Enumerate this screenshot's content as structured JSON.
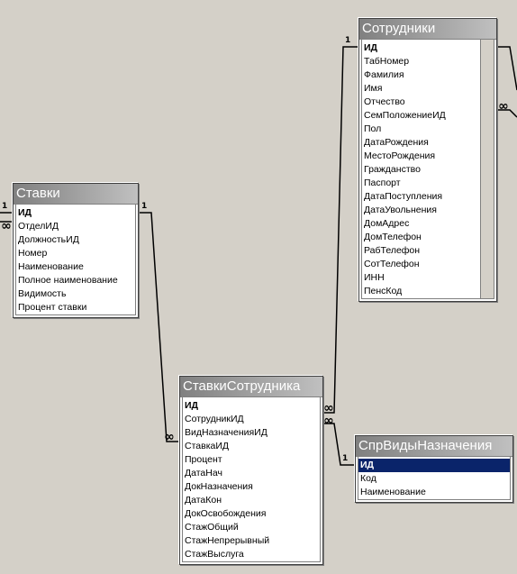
{
  "tables": {
    "stavki": {
      "title": "Ставки",
      "fields": [
        "ИД",
        "ОтделИД",
        "ДолжностьИД",
        "Номер",
        "Наименование",
        "Полное наименование",
        "Видимость",
        "Процент ставки"
      ]
    },
    "sotrudniki": {
      "title": "Сотрудники",
      "fields": [
        "ИД",
        "ТабНомер",
        "Фамилия",
        "Имя",
        "Отчество",
        "СемПоложениеИД",
        "Пол",
        "ДатаРождения",
        "МестоРождения",
        "Гражданство",
        "Паспорт",
        "ДатаПоступления",
        "ДатаУвольнения",
        "ДомАдрес",
        "ДомТелефон",
        "РабТелефон",
        "СотТелефон",
        "ИНН",
        "ПенсКод"
      ]
    },
    "stavki_sotrudnika": {
      "title": "СтавкиСотрудника",
      "fields": [
        "ИД",
        "СотрудникИД",
        "ВидНазначенияИД",
        "СтавкаИД",
        "Процент",
        "ДатаНач",
        "ДокНазначения",
        "ДатаКон",
        "ДокОсвобождения",
        "СтажОбщий",
        "СтажНепрерывный",
        "СтажВыслуга"
      ]
    },
    "spr_vidy": {
      "title": "СпрВидыНазначения",
      "fields": [
        "ИД",
        "Код",
        "Наименование"
      ],
      "selected_field": "ИД"
    }
  },
  "relationship_labels": {
    "one": "1",
    "many": "∞"
  },
  "colors": {
    "background": "#d4d0c8",
    "title_bar_inactive_start": "#808080",
    "title_bar_inactive_end": "#c0c0c0",
    "selection": "#0a246a",
    "line": "#000000"
  }
}
